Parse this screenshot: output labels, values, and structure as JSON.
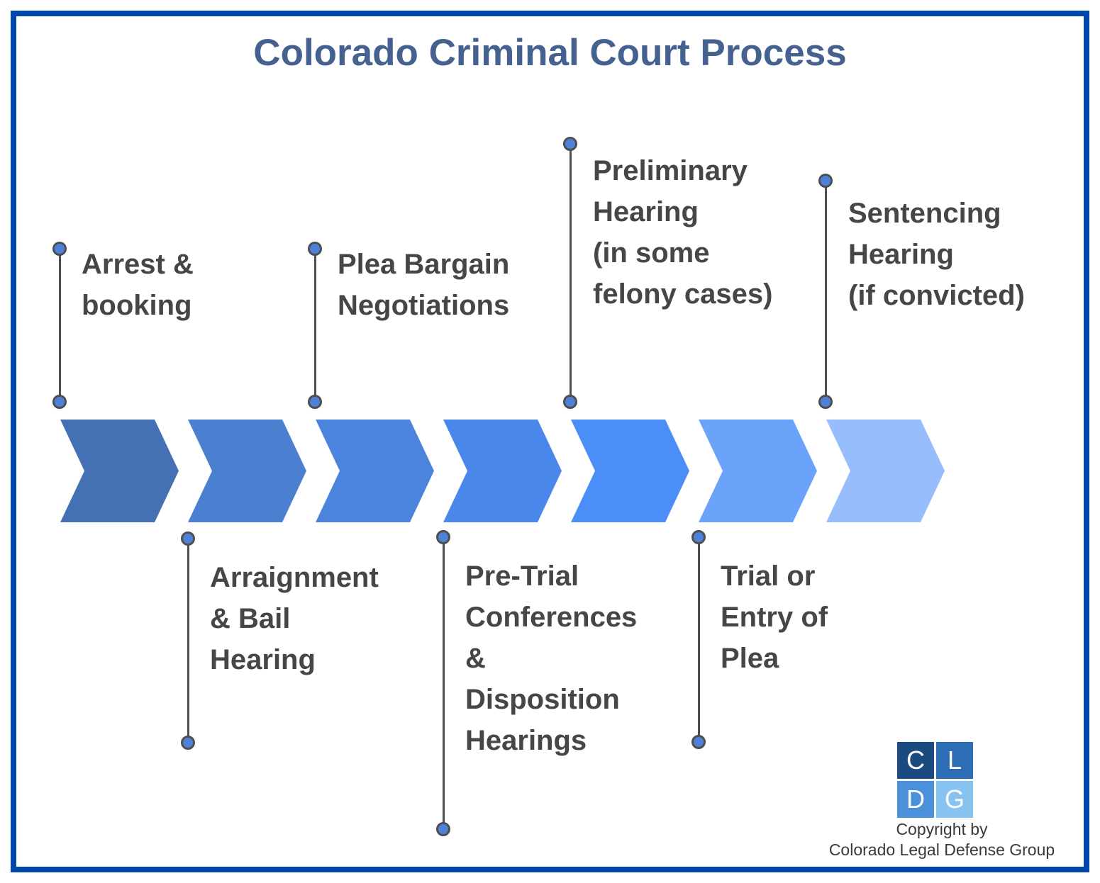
{
  "title": "Colorado Criminal Court Process",
  "steps": [
    {
      "label": "Arrest &\nbooking",
      "side": "above",
      "color": "#4470b4"
    },
    {
      "label": "Arraignment\n& Bail\nHearing",
      "side": "below",
      "color": "#4b7fd0"
    },
    {
      "label": "Plea Bargain\nNegotiations",
      "side": "above",
      "color": "#4c84dd"
    },
    {
      "label": "Pre-Trial\nConferences\n&\nDisposition\nHearings",
      "side": "below",
      "color": "#4a87ea"
    },
    {
      "label": "Preliminary\nHearing\n(in some\nfelony cases)",
      "side": "above",
      "color": "#4b8ef7"
    },
    {
      "label": "Trial or\nEntry of\nPlea",
      "side": "below",
      "color": "#6ba3fa"
    },
    {
      "label": "Sentencing\nHearing\n(if convicted)",
      "side": "above",
      "color": "#97bdfc"
    }
  ],
  "colors": {
    "frame_border": "#0047ad",
    "title_text": "#44618f",
    "label_text": "#464646",
    "connector_line": "#4f4f4f",
    "connector_dot": "#4d82d8"
  },
  "logo": {
    "squares": [
      {
        "letter": "C",
        "color": "#1a4a80"
      },
      {
        "letter": "L",
        "color": "#2d6db6"
      },
      {
        "letter": "D",
        "color": "#4a90da"
      },
      {
        "letter": "G",
        "color": "#87c3f1"
      }
    ]
  },
  "footer": {
    "copyright": "Copyright by\nColorado Legal Defense Group"
  }
}
